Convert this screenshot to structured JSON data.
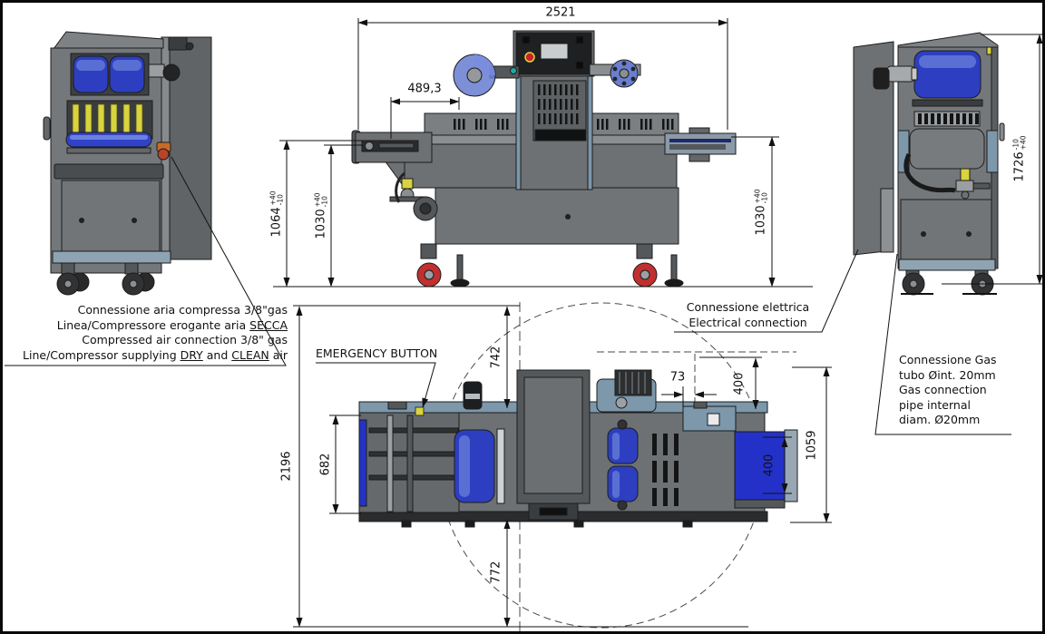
{
  "labels": {
    "air": {
      "line1": "Connessione aria compressa 3/8\"gas",
      "line2_pre": "Linea/Compressore erogante aria ",
      "line2_underlined": "SECCA",
      "line3": "Compressed air connection 3/8\" gas",
      "line4_pre": "Line/Compressor supplying ",
      "line4_u1": "DRY",
      "line4_mid": " and ",
      "line4_u2": "CLEAN",
      "line4_post": " air"
    },
    "emergency": "EMERGENCY BUTTON",
    "electrical": {
      "line1": "Connessione elettrica",
      "line2": "Electrical connection"
    },
    "gas": {
      "line1": "Connessione Gas",
      "line2": "tubo Øint. 20mm",
      "line3": "Gas connection",
      "line4": "pipe internal",
      "line5": "diam. Ø20mm"
    }
  },
  "dims": {
    "overall_width": "2521",
    "reel_offset": "489,3",
    "front_h_outer": {
      "v": "1064",
      "up": "+40",
      "dn": "-10"
    },
    "front_h_inner": {
      "v": "1030",
      "up": "+40",
      "dn": "-10"
    },
    "front_h_right": {
      "v": "1030",
      "up": "+40",
      "dn": "-10"
    },
    "side_height": {
      "v": "1726",
      "up": "-10",
      "dn": "+40"
    },
    "plan_total": "2196",
    "plan_top": "742",
    "plan_body": "682",
    "plan_bottom": "772",
    "plan_offset": "73",
    "plan_top_right": "400",
    "plan_conveyor": "400",
    "plan_right_total": "1059"
  },
  "colors": {
    "body_gray": "#6d7173",
    "steel_blue": "#7d97ab",
    "reel_blue": "#2d3fc0",
    "conveyor_blue": "#2431c8",
    "accent_yellow": "#d8d33e",
    "caster_red": "#c03030",
    "line": "#111111"
  }
}
